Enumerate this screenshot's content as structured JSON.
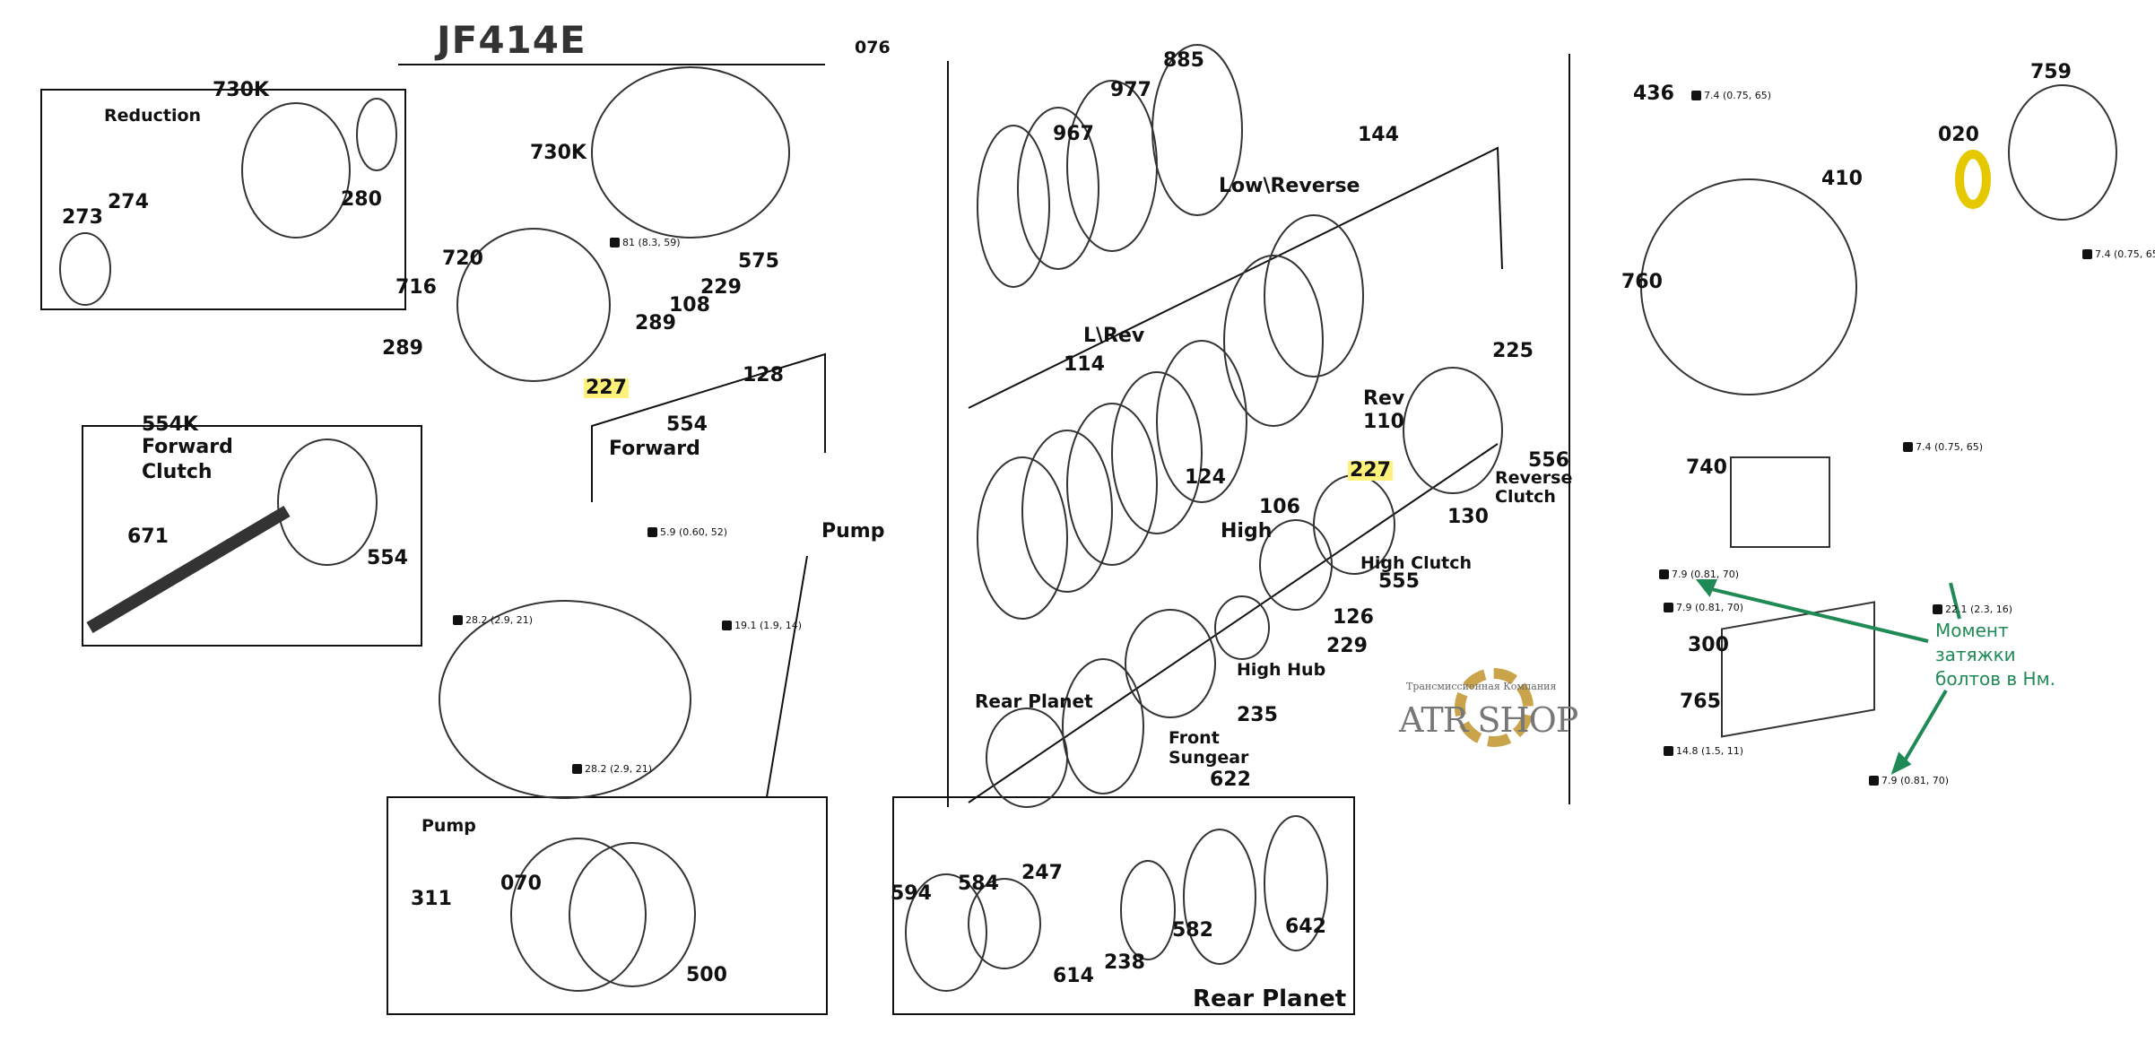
{
  "title": "JF414E",
  "watermark": {
    "small": "Трансмиссионная Компания",
    "main": "ATR SHOP"
  },
  "annotation": {
    "line1": "Момент",
    "line2": "затяжки",
    "line3": "болтов в Нм."
  },
  "colors": {
    "highlight": "#fff27a",
    "annotation": "#1f8a55",
    "logo_ring": "#c9a44a"
  },
  "left": {
    "reduction_box": {
      "code": "730K",
      "name": "Reduction",
      "parts": [
        "274",
        "273",
        "280"
      ]
    },
    "forward_clutch_box": {
      "code": "554K",
      "name1": "Forward",
      "name2": "Clutch",
      "parts": [
        "671",
        "554"
      ]
    },
    "pump_box": {
      "name": "Pump",
      "parts": [
        "311",
        "070",
        "500"
      ]
    },
    "parts": [
      "076",
      "730K",
      "720",
      "716",
      "289",
      "289",
      "108",
      "229",
      "575",
      "128",
      "227",
      "554",
      "Forward",
      "Pump"
    ]
  },
  "middle": {
    "parts": [
      "885",
      "977",
      "967",
      "144",
      "Low\\Reverse",
      "L\\Rev",
      "114",
      "124",
      "225",
      "Rev",
      "110",
      "227",
      "556",
      "Reverse",
      "Clutch",
      "130",
      "106",
      "High",
      "High Clutch",
      "555",
      "126",
      "229",
      "High Hub",
      "235",
      "Front",
      "Sungear",
      "622",
      "Rear Planet"
    ],
    "rear_planet_box": {
      "parts": [
        "594",
        "584",
        "247",
        "614",
        "238",
        "582",
        "642"
      ],
      "name": "Rear Planet"
    }
  },
  "right": {
    "parts": [
      "436",
      "759",
      "020",
      "410",
      "760",
      "740",
      "300",
      "765"
    ]
  },
  "torque": [
    "81 (8.3, 59)",
    "5.9 (0.60, 52)",
    "28.2 (2.9, 21)",
    "19.1 (1.9, 14)",
    "28.2 (2.9, 21)",
    "7.4 (0.75, 65)",
    "7.4 (0.75, 65)",
    "7.4 (0.75, 65)",
    "7.9 (0.81, 70)",
    "7.9 (0.81, 70)",
    "22.1 (2.3, 16)",
    "14.8 (1.5, 11)",
    "7.9 (0.81, 70)"
  ]
}
